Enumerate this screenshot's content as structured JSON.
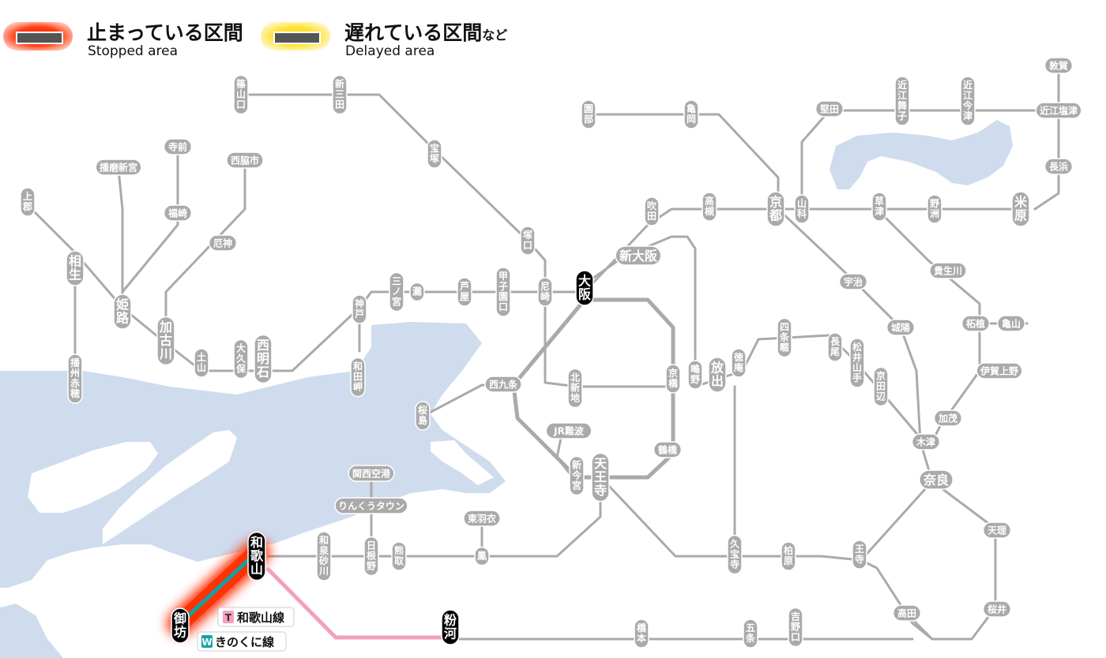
{
  "legend": {
    "stopped": {
      "label": "止まっている区間",
      "label_en": "Stopped area",
      "color": "#ff2a00"
    },
    "delayed": {
      "label": "遅れている区間",
      "label_suffix": "など",
      "label_en": "Delayed area",
      "color": "#ffd900"
    }
  },
  "colors": {
    "line_gray": "#aaaaaa",
    "station_pill": "#aaaaaa",
    "station_text": "#ffffff",
    "major_station": "#000000",
    "water": "#cfdcee",
    "wakayama_line": "#f2a0bc",
    "kinokuni_line": "#14a0a8",
    "stopped_glow": "#ff2a00"
  },
  "line_labels": {
    "wakayama": {
      "badge": "T",
      "name": "和歌山線",
      "badge_color": "#f2a0bc"
    },
    "kinokuni": {
      "badge": "W",
      "name": "きのくに線",
      "badge_color": "#14a0a8"
    }
  },
  "stations": {
    "sasayamaguchi": "篠山口",
    "shinsanda": "新三田",
    "takarazuka": "宝塚",
    "tsukaguchi": "塚口",
    "amagasaki": "尼崎",
    "koshienguchi": "甲子園口",
    "ashiya": "芦屋",
    "nada": "灘",
    "sannomiya": "三ノ宮",
    "kobe": "神戸",
    "wadamisaki": "和田岬",
    "nishiakashi": "西明石",
    "okubo": "大久保",
    "tsuchiyama": "土山",
    "kakogawa": "加古川",
    "yakujin": "厄神",
    "nishiwakishi": "西脇市",
    "fukusaki": "福崎",
    "teramae": "寺前",
    "harimashingu": "播磨新宮",
    "himeji": "姫路",
    "aioi": "相生",
    "kamigori": "上郡",
    "banshuako": "播州赤穂",
    "sonobe": "園部",
    "kameoka": "亀岡",
    "kyoto": "京都",
    "yamashina": "山科",
    "katata": "堅田",
    "omimaiko": "近江舞子",
    "omiimazu": "近江今津",
    "tsuruga": "敦賀",
    "omishiotsu": "近江塩津",
    "nagahama": "長浜",
    "maibara": "米原",
    "yasu": "野洲",
    "kusatsu": "草津",
    "takatsuki": "高槻",
    "suita": "吹田",
    "shinosaka": "新大阪",
    "osaka": "大阪",
    "uji": "宇治",
    "kizugawa_jyoyo": "城陽",
    "tsuge": "柘植",
    "kameyama": "亀山",
    "tsuge_tsukigase": "貴生川",
    "igaueno": "伊賀上野",
    "kamo": "加茂",
    "kizu": "木津",
    "nara": "奈良",
    "tenri": "天理",
    "sakurai": "桜井",
    "takada": "高田",
    "oji": "王寺",
    "kashiwara": "柏原",
    "kyuhoji": "久宝寺",
    "tennoji": "天王寺",
    "shinimamiya": "新今宮",
    "jrnamba": "JR難波",
    "tsuruhashi": "鶴橋",
    "kyobashi": "京橋",
    "kitashinchi": "北新地",
    "nishikujo": "西九条",
    "sakurajima": "桜島",
    "hanaten_shigino": "鴫野",
    "hanaten": "放出",
    "tokuan": "徳庵",
    "shijonawate": "四条畷",
    "nagao": "長尾",
    "matsuiyamate": "松井山手",
    "kyotanabe": "京田辺",
    "kansaiairport": "関西空港",
    "rinku": "りんくうタウン",
    "higashihagoromo": "東羽衣",
    "otori": "鳳",
    "kumatori": "熊取",
    "hineno": "日根野",
    "izumisuna": "和泉砂川",
    "wakayama": "和歌山",
    "gobo": "御坊",
    "kokawa": "粉河",
    "hashimoto": "橋本",
    "gojo": "五条",
    "yoshinoguchi": "吉野口"
  }
}
